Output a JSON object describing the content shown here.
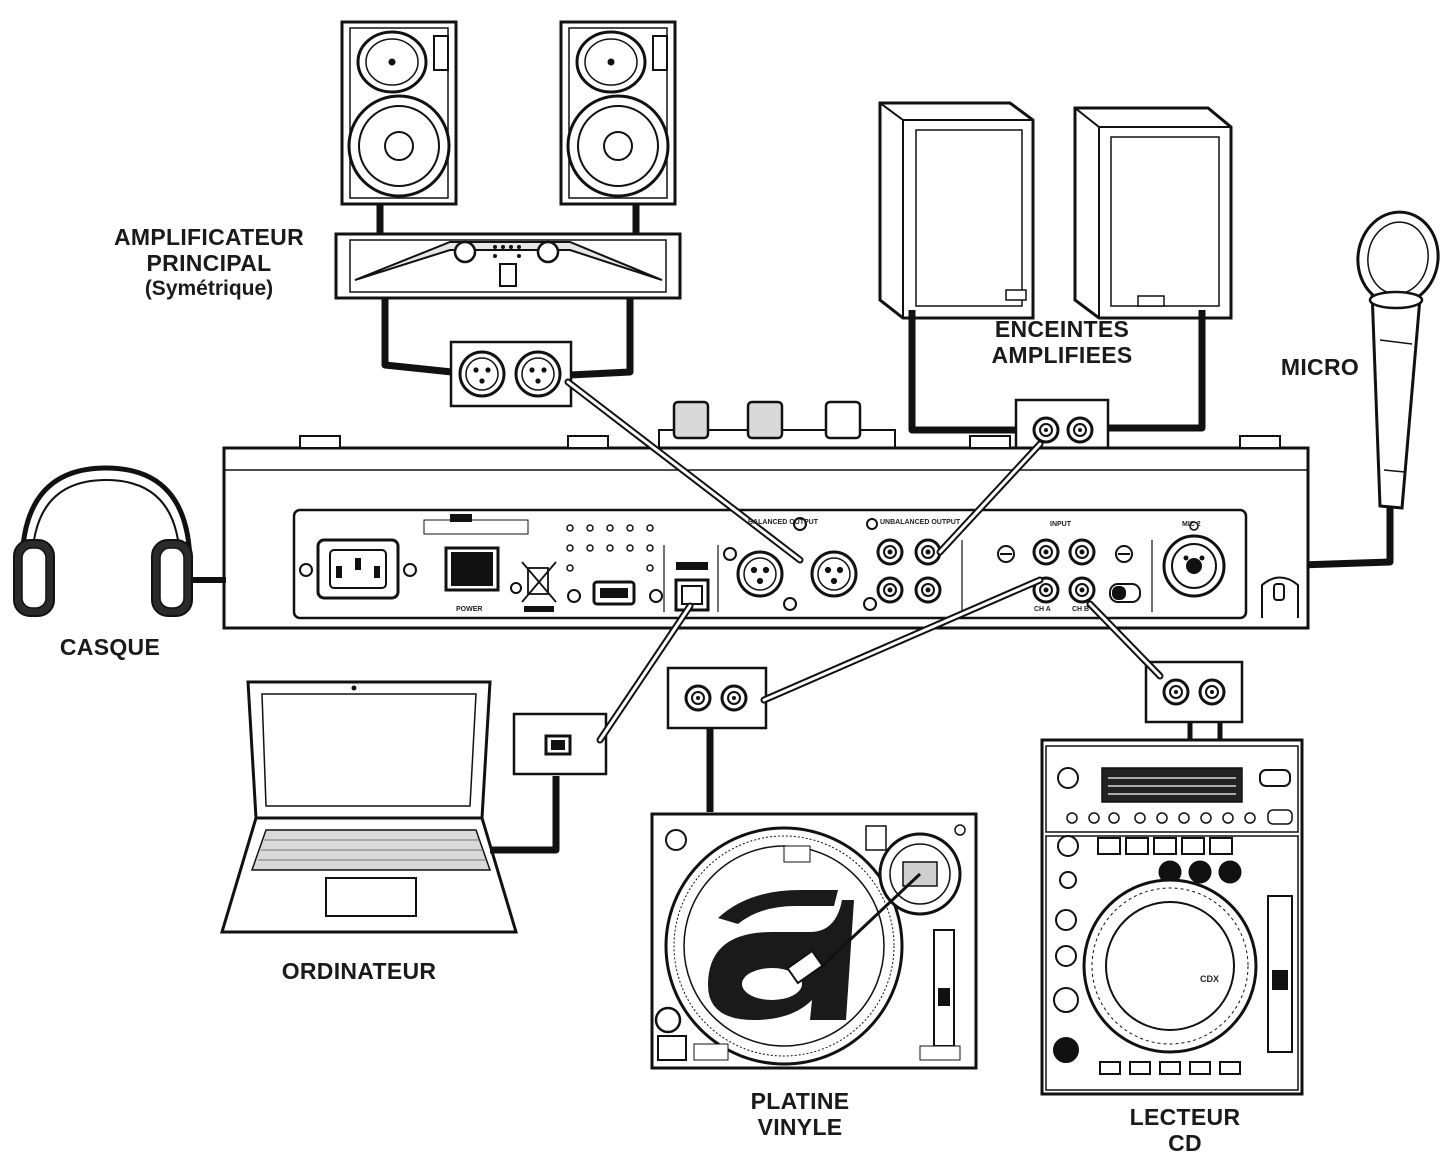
{
  "labels": {
    "amplifier": {
      "line1": "AMPLIFICATEUR",
      "line2": "PRINCIPAL",
      "line3": "(Symétrique)"
    },
    "powered_speakers": {
      "line1": "ENCEINTES",
      "line2": "AMPLIFIEES"
    },
    "micro": "MICRO",
    "headphones": "CASQUE",
    "computer": "ORDINATEUR",
    "turntable": {
      "line1": "PLATINE",
      "line2": "VINYLE"
    },
    "cd_player": {
      "line1": "LECTEUR",
      "line2": "CD"
    }
  },
  "panel_text": {
    "balanced_output": "BALANCED OUTPUT",
    "unbalanced_output": "UNBALANCED OUTPUT",
    "input": "INPUT",
    "mic2": "MIC 2",
    "power": "POWER",
    "ch_a": "CH A",
    "ch_b": "CH B",
    "cdx": "CDX"
  },
  "colors": {
    "line": "#1a1a1a",
    "fill": "#ffffff",
    "shade": "#e6e6e6"
  }
}
